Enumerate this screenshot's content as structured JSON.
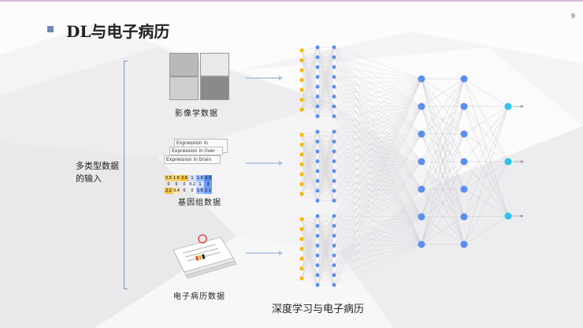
{
  "slide": {
    "number": "9",
    "title": "DL与电子病历",
    "multi_input_label": "多类型数据的输入",
    "image_data_label": "影像学数据",
    "gene_data_label": "基因组数据",
    "emr_data_label": "电子病历数据",
    "bottom_caption": "深度学习与电子病历"
  },
  "gene_panels": {
    "other": "Expression in (other)",
    "liver": "Expression in liver",
    "brain": "Expression in brain"
  },
  "gene_values": [
    [
      "0.5",
      "1.6",
      "3.6",
      "1",
      "1.6",
      "3.3"
    ],
    [
      "0",
      "0",
      "0",
      "0.2",
      "1",
      "3"
    ],
    [
      "2.2",
      "0.4",
      "0",
      "0",
      "1.6",
      "2.1"
    ]
  ],
  "colors": {
    "input_node": "#f2bb13",
    "hidden_node": "#5b8def",
    "output_node": "#2bc4ee",
    "accent": "#6f86b8"
  },
  "icons": [
    "mri-scan-icon",
    "document-stack-icon",
    "arrow-right-icon"
  ]
}
